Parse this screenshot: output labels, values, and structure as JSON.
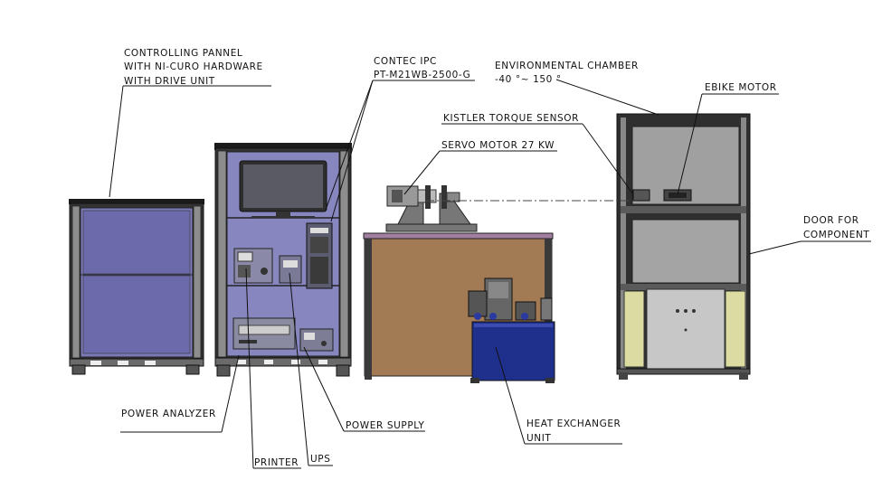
{
  "labels": {
    "controlling_panel": [
      "CONTROLLING PANNEL",
      "WITH NI-CURO HARDWARE",
      "WITH DRIVE UNIT"
    ],
    "contec_ipc": [
      "CONTEC IPC",
      "PT-M21WB-2500-G"
    ],
    "environmental_chamber": [
      "ENVIRONMENTAL CHAMBER",
      "-40 °~ 150 °"
    ],
    "ebike_motor": "EBIKE MOTOR",
    "kistler_torque_sensor": "KISTLER TORQUE SENSOR",
    "servo_motor": "SERVO MOTOR 27 KW",
    "door_for_component": [
      "DOOR FOR",
      "COMPONENT"
    ],
    "power_analyzer": "POWER ANALYZER",
    "power_supply": "POWER SUPPLY",
    "heat_exchanger": [
      "HEAT EXCHANGER",
      "UNIT"
    ],
    "printer": "PRINTER",
    "ups": "UPS"
  },
  "colors": {
    "cabinet_panel": "#6c6aa6",
    "cabinet_panel_light": "#8c89c4",
    "rack_interior": "#8a88c0",
    "test_bench_top": "#a07a52",
    "heat_exchanger": "#1c2c8a",
    "chamber_window": "#9e9e9e",
    "chamber_lower": "#c9c9c9",
    "chamber_side_panel": "#dcdca0",
    "frame": "#333333"
  }
}
